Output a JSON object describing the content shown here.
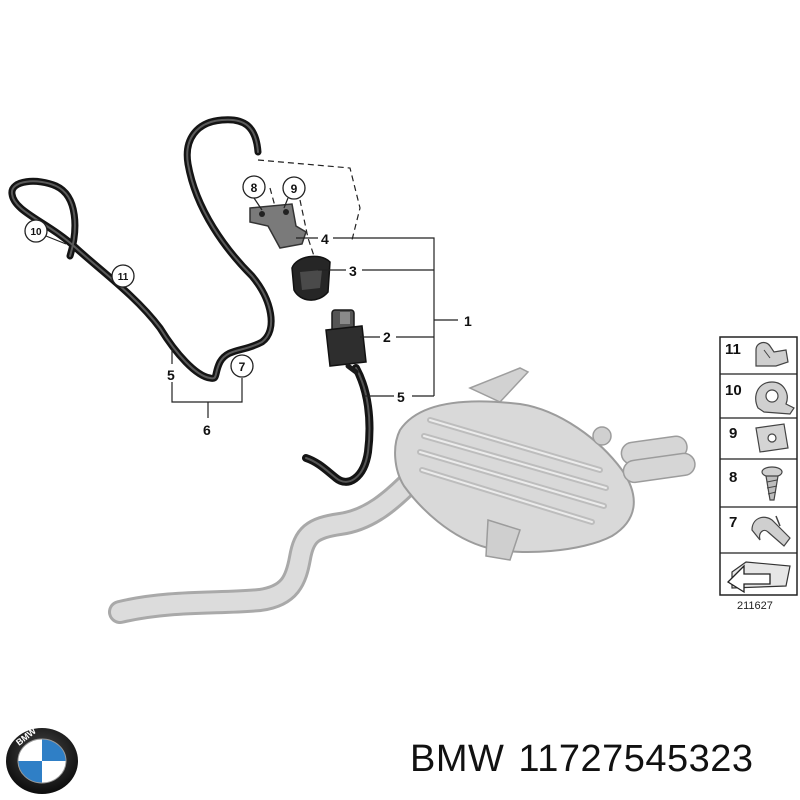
{
  "callouts": {
    "c1": "1",
    "c2": "2",
    "c3": "3",
    "c4": "4",
    "c5a": "5",
    "c5b": "5",
    "c6": "6",
    "c7": "7",
    "c8": "8",
    "c9": "9",
    "c10": "10",
    "c11": "11"
  },
  "legend": {
    "items": [
      {
        "number": "11",
        "icon": "hose-clamp-icon"
      },
      {
        "number": "10",
        "icon": "pipe-clip-icon"
      },
      {
        "number": "9",
        "icon": "speed-nut-icon"
      },
      {
        "number": "8",
        "icon": "screw-icon"
      },
      {
        "number": "7",
        "icon": "cable-tie-clip-icon"
      },
      {
        "number": "",
        "icon": "arrow-card-icon"
      }
    ],
    "diagram_id": "211627"
  },
  "caption": {
    "brand": "BMW",
    "part_number": "11727545323"
  },
  "logo": {
    "letters": "BMW",
    "blue": "#2f7fc6",
    "ring": "#1b1b1b"
  },
  "colors": {
    "hose": "#1c1c1c",
    "muffler": "#d6d6d6",
    "muffler_dark": "#a8a8a8"
  }
}
